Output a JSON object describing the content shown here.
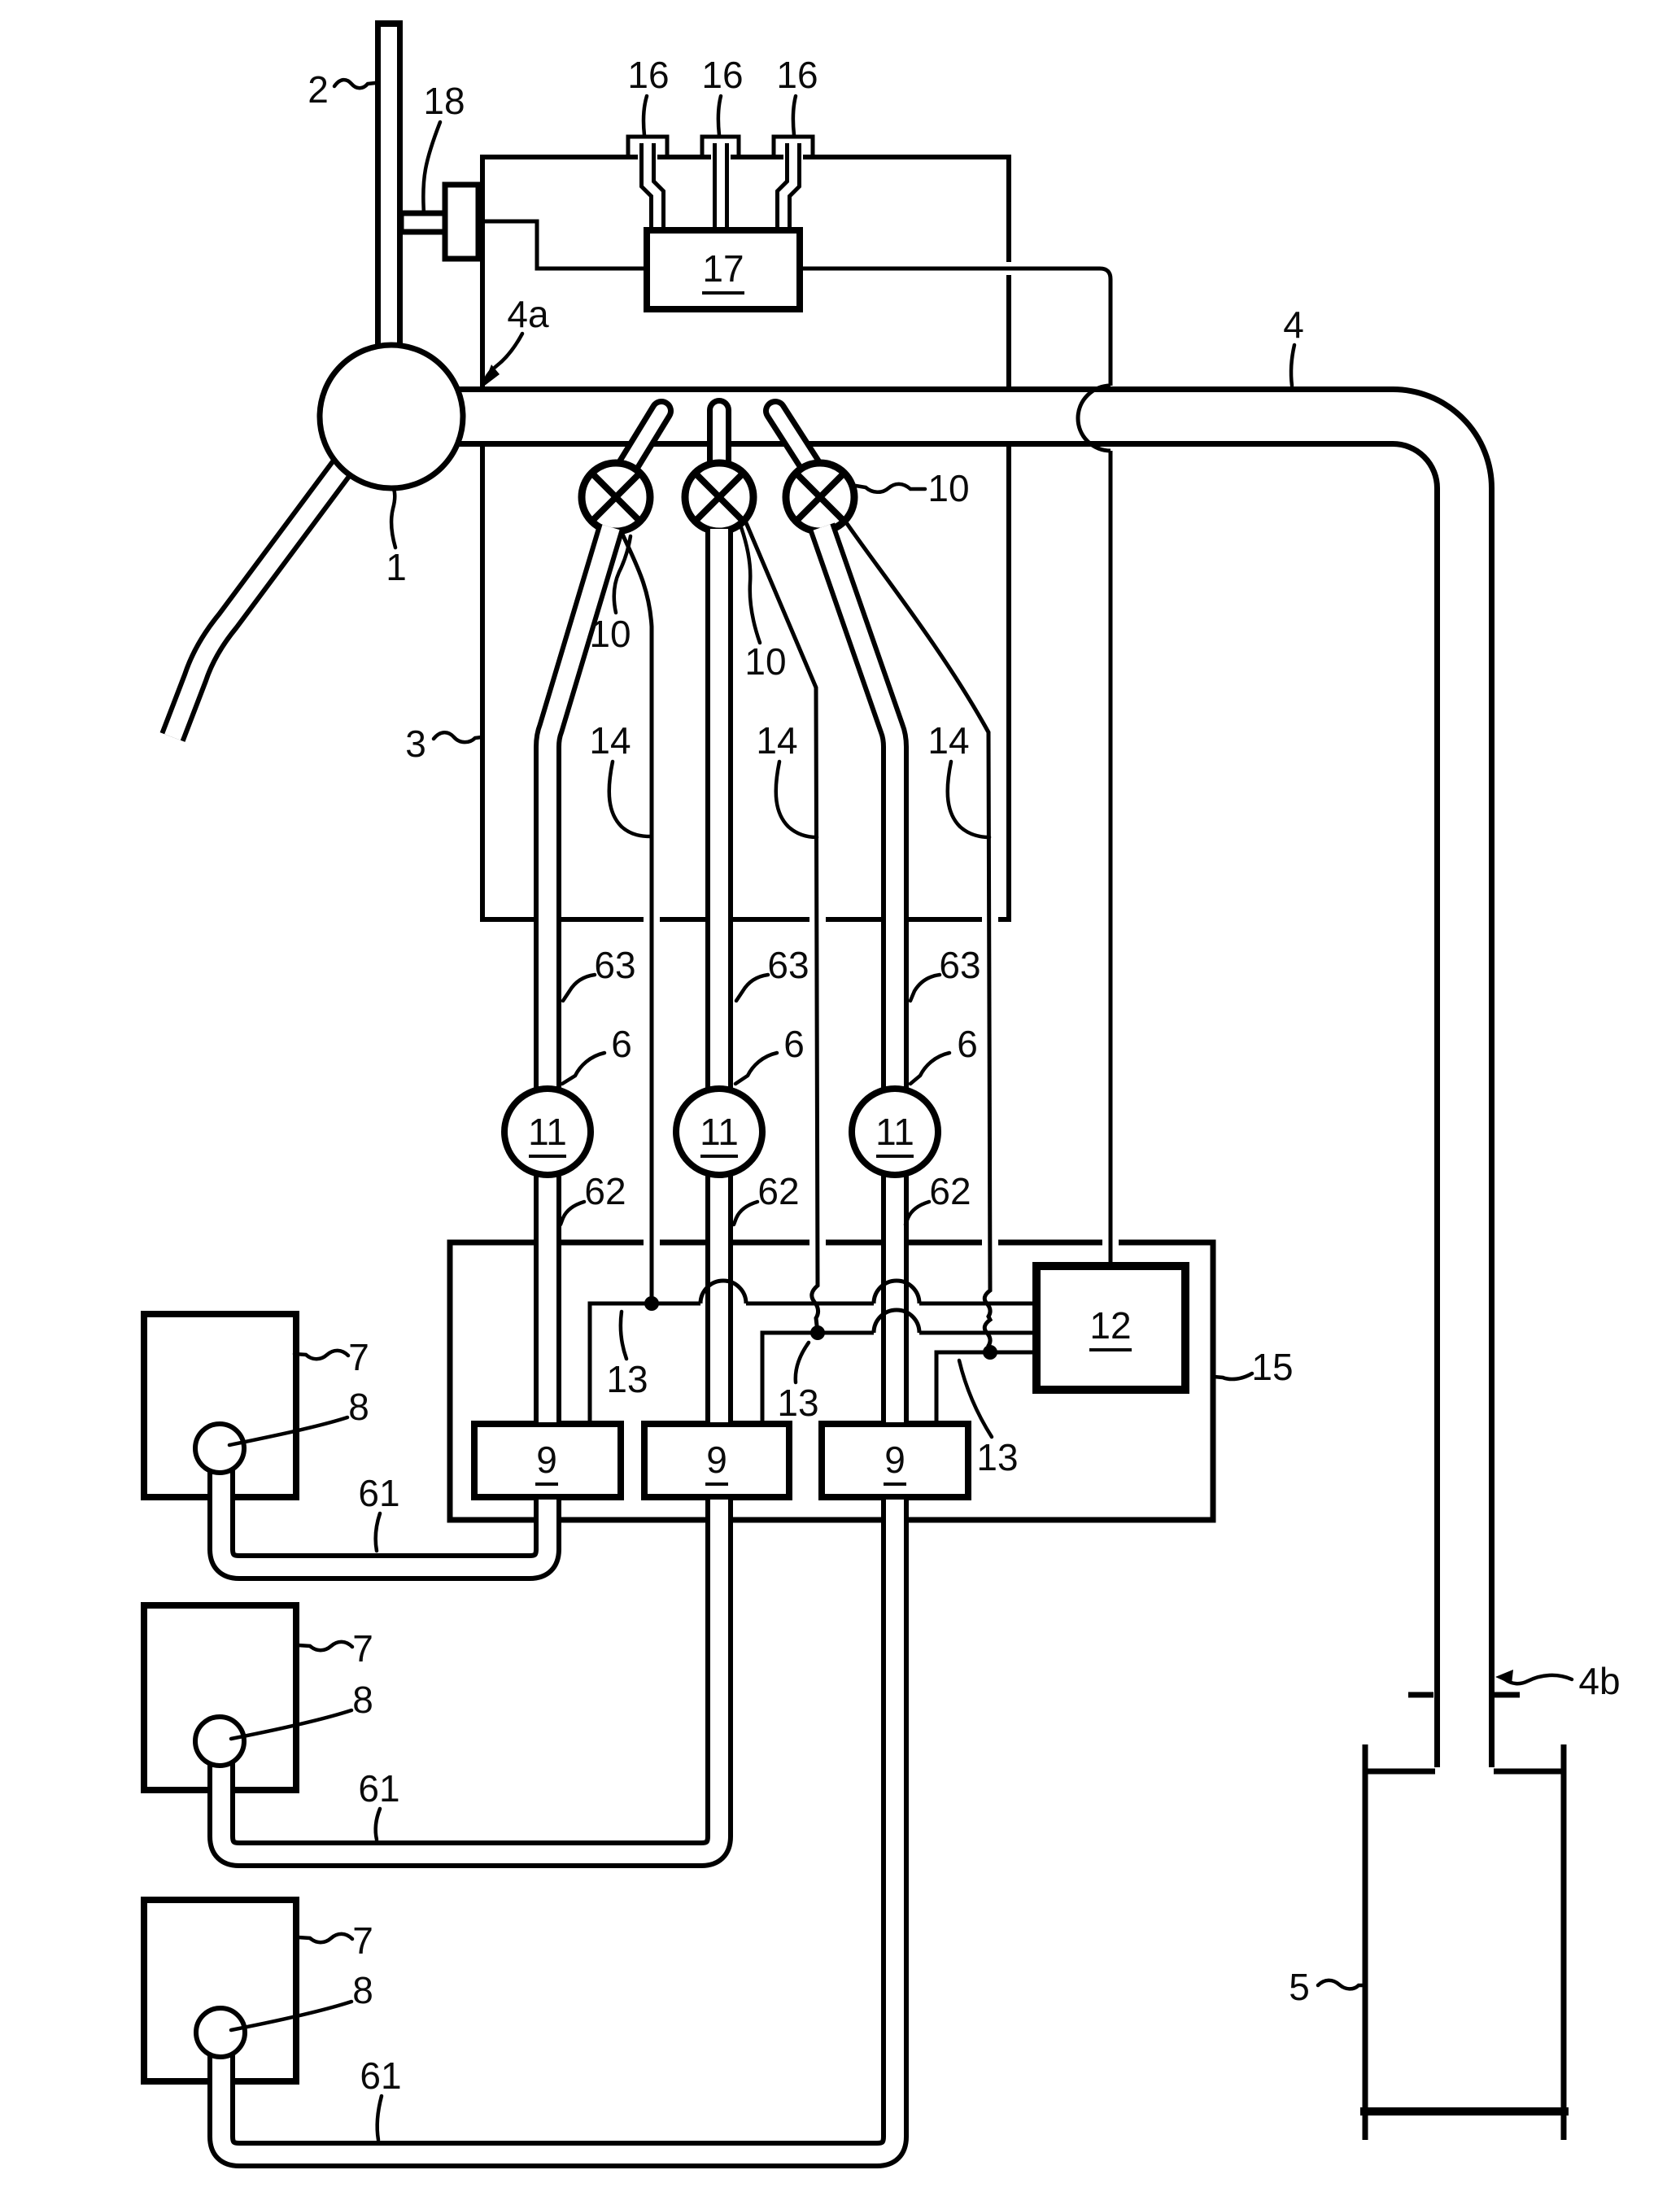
{
  "figure": {
    "kind": "patent-line-schematic",
    "ink_color": "#000000",
    "background_color": "#ffffff"
  },
  "labels": {
    "tap_pipe": "2",
    "sensor_fitting": "18",
    "gas_sensors": [
      "16",
      "16",
      "16"
    ],
    "controller": "17",
    "main_line_inlet": "4a",
    "main_line": "4",
    "main_line_outlet": "4b",
    "dispensing_head": "1",
    "machine_box": "3",
    "valves": [
      "10",
      "10",
      "10"
    ],
    "inner_lines": [
      "14",
      "14",
      "14"
    ],
    "upper_tubes": [
      "63",
      "63",
      "63"
    ],
    "tubes": [
      "6",
      "6",
      "6"
    ],
    "flow_meters": [
      "11",
      "11",
      "11"
    ],
    "lower_tubes": [
      "62",
      "62",
      "62"
    ],
    "control_unit": "12",
    "signal_lines": [
      "13",
      "13",
      "13"
    ],
    "pumps": [
      "9",
      "9",
      "9"
    ],
    "pump_unit_box": "15",
    "containers": [
      "7",
      "7",
      "7"
    ],
    "container_outlets": [
      "8",
      "8",
      "8"
    ],
    "supply_tubes": [
      "61",
      "61",
      "61"
    ],
    "waste_tank": "5"
  }
}
